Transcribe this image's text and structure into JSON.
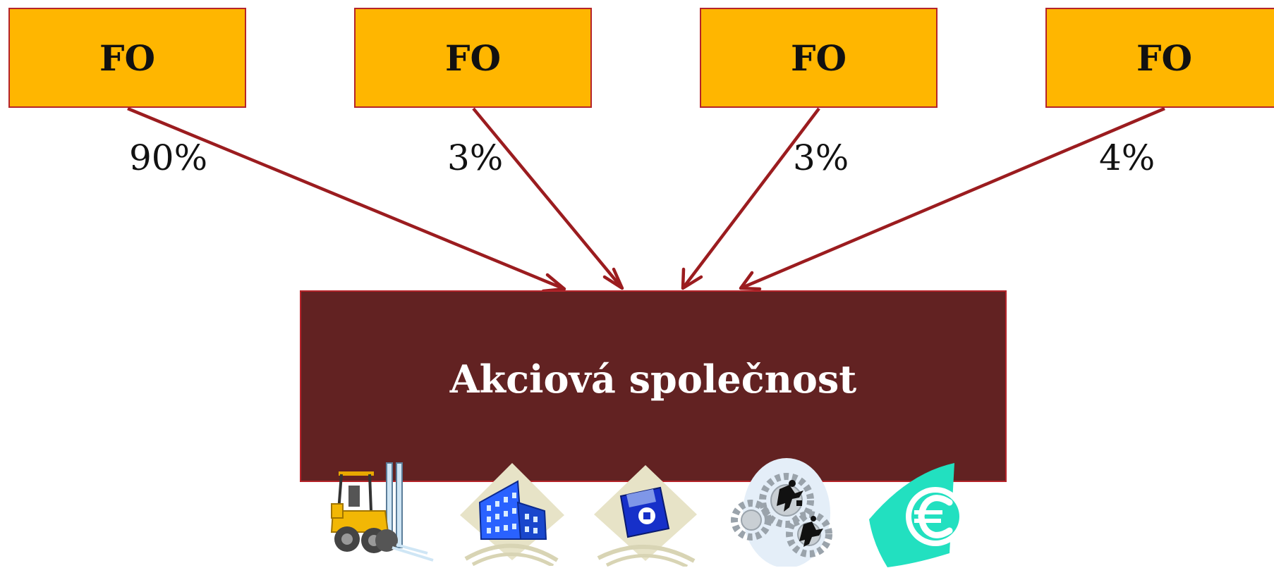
{
  "colors": {
    "owner_fill": "#FFB600",
    "owner_border": "#B5242A",
    "arrow": "#9B1C1F",
    "company_fill": "#622222"
  },
  "owners": [
    {
      "label": "FO",
      "share": "90%"
    },
    {
      "label": "FO",
      "share": "3%"
    },
    {
      "label": "FO",
      "share": "3%"
    },
    {
      "label": "FO",
      "share": "4%"
    }
  ],
  "company": {
    "label": "Akciová společnost"
  },
  "icons": [
    "forklift-icon",
    "office-building-icon",
    "floppy-disk-icon",
    "gears-businessmen-icon",
    "euro-icon"
  ]
}
